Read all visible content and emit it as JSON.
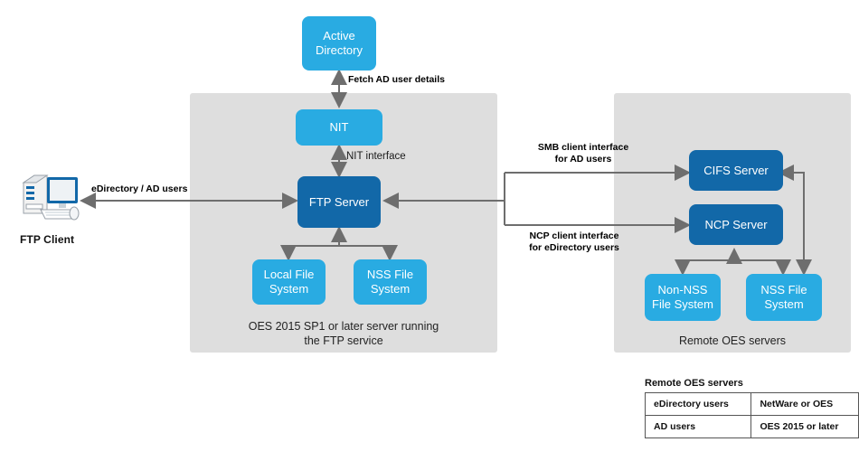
{
  "diagram": {
    "title": "OES FTP server architecture",
    "colors": {
      "panel": "#dedede",
      "node_light": "#29abe2",
      "node_dark": "#1268a8",
      "wire": "#6e6e6e",
      "text": "#111111"
    }
  },
  "client": {
    "icon": "desktop-computer-icon",
    "label": "FTP Client",
    "link_label": "eDirectory / AD users"
  },
  "external": {
    "active_directory": "Active\nDirectory",
    "active_directory_line1": "Active",
    "active_directory_line2": "Directory",
    "fetch_label": "Fetch AD user details"
  },
  "left_panel": {
    "caption_line1": "OES 2015 SP1 or later server running",
    "caption_line2": "the FTP service",
    "nodes": [
      {
        "id": "nit",
        "label": "NIT",
        "style": "light"
      },
      {
        "id": "ftp-server",
        "label": "FTP Server",
        "style": "dark"
      },
      {
        "id": "local-file-system",
        "label_line1": "Local File",
        "label_line2": "System",
        "style": "light"
      },
      {
        "id": "nss-file-system",
        "label_line1": "NSS File",
        "label_line2": "System",
        "style": "light"
      }
    ],
    "nit_interface_label": "NIT interface"
  },
  "connectors": {
    "smb_line1": "SMB client interface",
    "smb_line2": "for AD users",
    "ncp_line1": "NCP client interface",
    "ncp_line2": "for eDirectory users"
  },
  "right_panel": {
    "caption": "Remote OES servers",
    "nodes": [
      {
        "id": "cifs-server",
        "label": "CIFS Server",
        "style": "dark"
      },
      {
        "id": "ncp-server",
        "label": "NCP Server",
        "style": "dark"
      },
      {
        "id": "non-nss-file-system",
        "label_line1": "Non-NSS",
        "label_line2": "File System",
        "style": "light"
      },
      {
        "id": "remote-nss-file-system",
        "label_line1": "NSS File",
        "label_line2": "System",
        "style": "light"
      }
    ]
  },
  "legend": {
    "title": "Remote OES servers",
    "rows": [
      {
        "user_type": "eDirectory users",
        "server_type": "NetWare or OES"
      },
      {
        "user_type": "AD users",
        "server_type": "OES 2015 or later"
      }
    ]
  }
}
